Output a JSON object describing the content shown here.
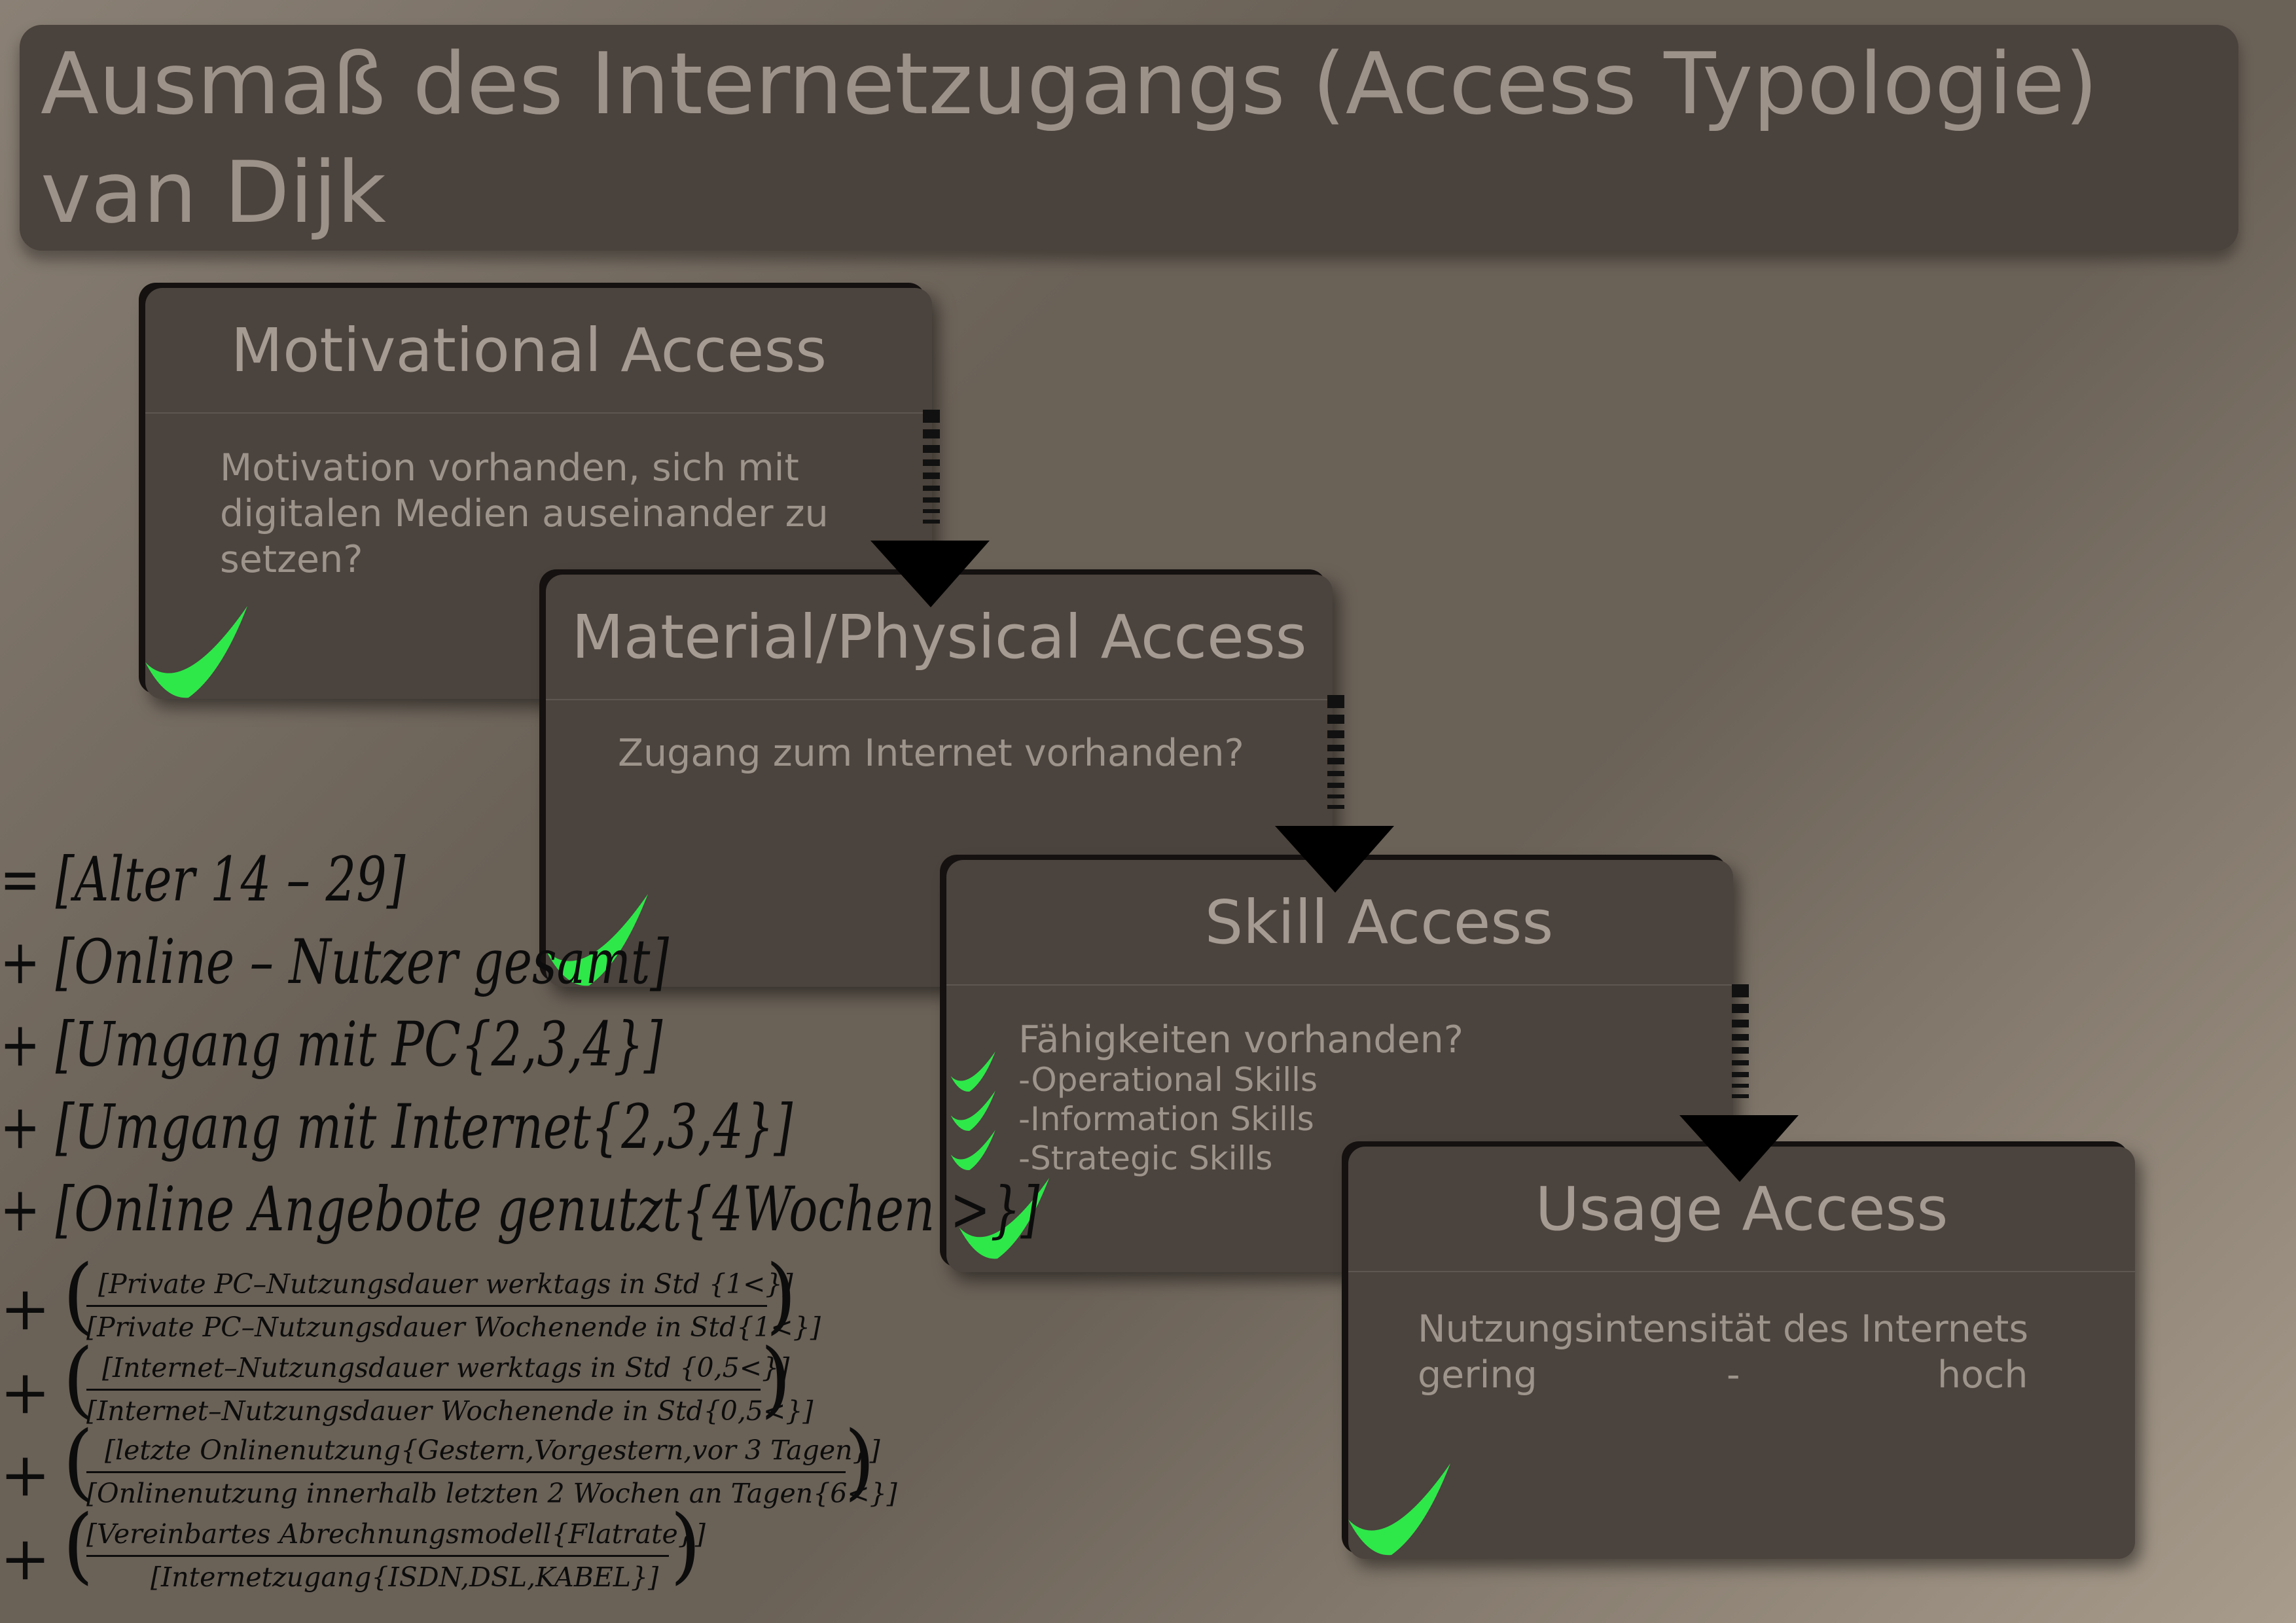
{
  "title": "Ausmaß des Internetzugangs (Access Typologie)\nvan Dijk",
  "cards": [
    {
      "heading": "Motivational Access",
      "body": "Motivation vorhanden, sich mit\ndigitalen Medien auseinander zu\nsetzen?"
    },
    {
      "heading": "Material/Physical Access",
      "body": "Zugang zum Internet vorhanden?"
    },
    {
      "heading": "Skill Access",
      "body_title": "Fähigkeiten vorhanden?",
      "skills": [
        "-Operational Skills",
        "-Information Skills",
        "-Strategic Skills"
      ]
    },
    {
      "heading": "Usage Access",
      "body": "Nutzungsintensität des Internets",
      "scale_low": "gering",
      "scale_dash": "-",
      "scale_high": "hoch"
    }
  ],
  "formula": {
    "lines": [
      "= [Alter 14 – 29]",
      "+ [Online – Nutzer gesamt]",
      "+ [Umgang mit PC{2,3,4}]",
      "+ [Umgang mit Internet{2,3,4}]",
      "+ [Online Angebote genutzt{4Wochen >}]"
    ],
    "fractions": [
      {
        "num": "[Private PC–Nutzungsdauer werktags in Std {1<}]",
        "den": "[Private PC–Nutzungsdauer Wochenende in Std{1<}]"
      },
      {
        "num": "[Internet–Nutzungsdauer werktags in Std {0,5<}]",
        "den": "[Internet–Nutzungsdauer Wochenende in Std{0,5<}]"
      },
      {
        "num": "[letzte Onlinenutzung{Gestern,Vorgestern,vor 3 Tagen}]",
        "den": "[Onlinenutzung innerhalb  letzten 2 Wochen an Tagen{6<}]"
      },
      {
        "num": "[Vereinbartes Abrechnungsmodell{Flatrate}]",
        "den": "[Internetzugang{ISDN,DSL,KABEL}]"
      }
    ],
    "plus": "+",
    "paren_open": "(",
    "paren_close": ")"
  },
  "colors": {
    "check": "#2ee84a",
    "card": "#4b433d",
    "title_bg": "#4a423c",
    "text": "#a59b92"
  }
}
